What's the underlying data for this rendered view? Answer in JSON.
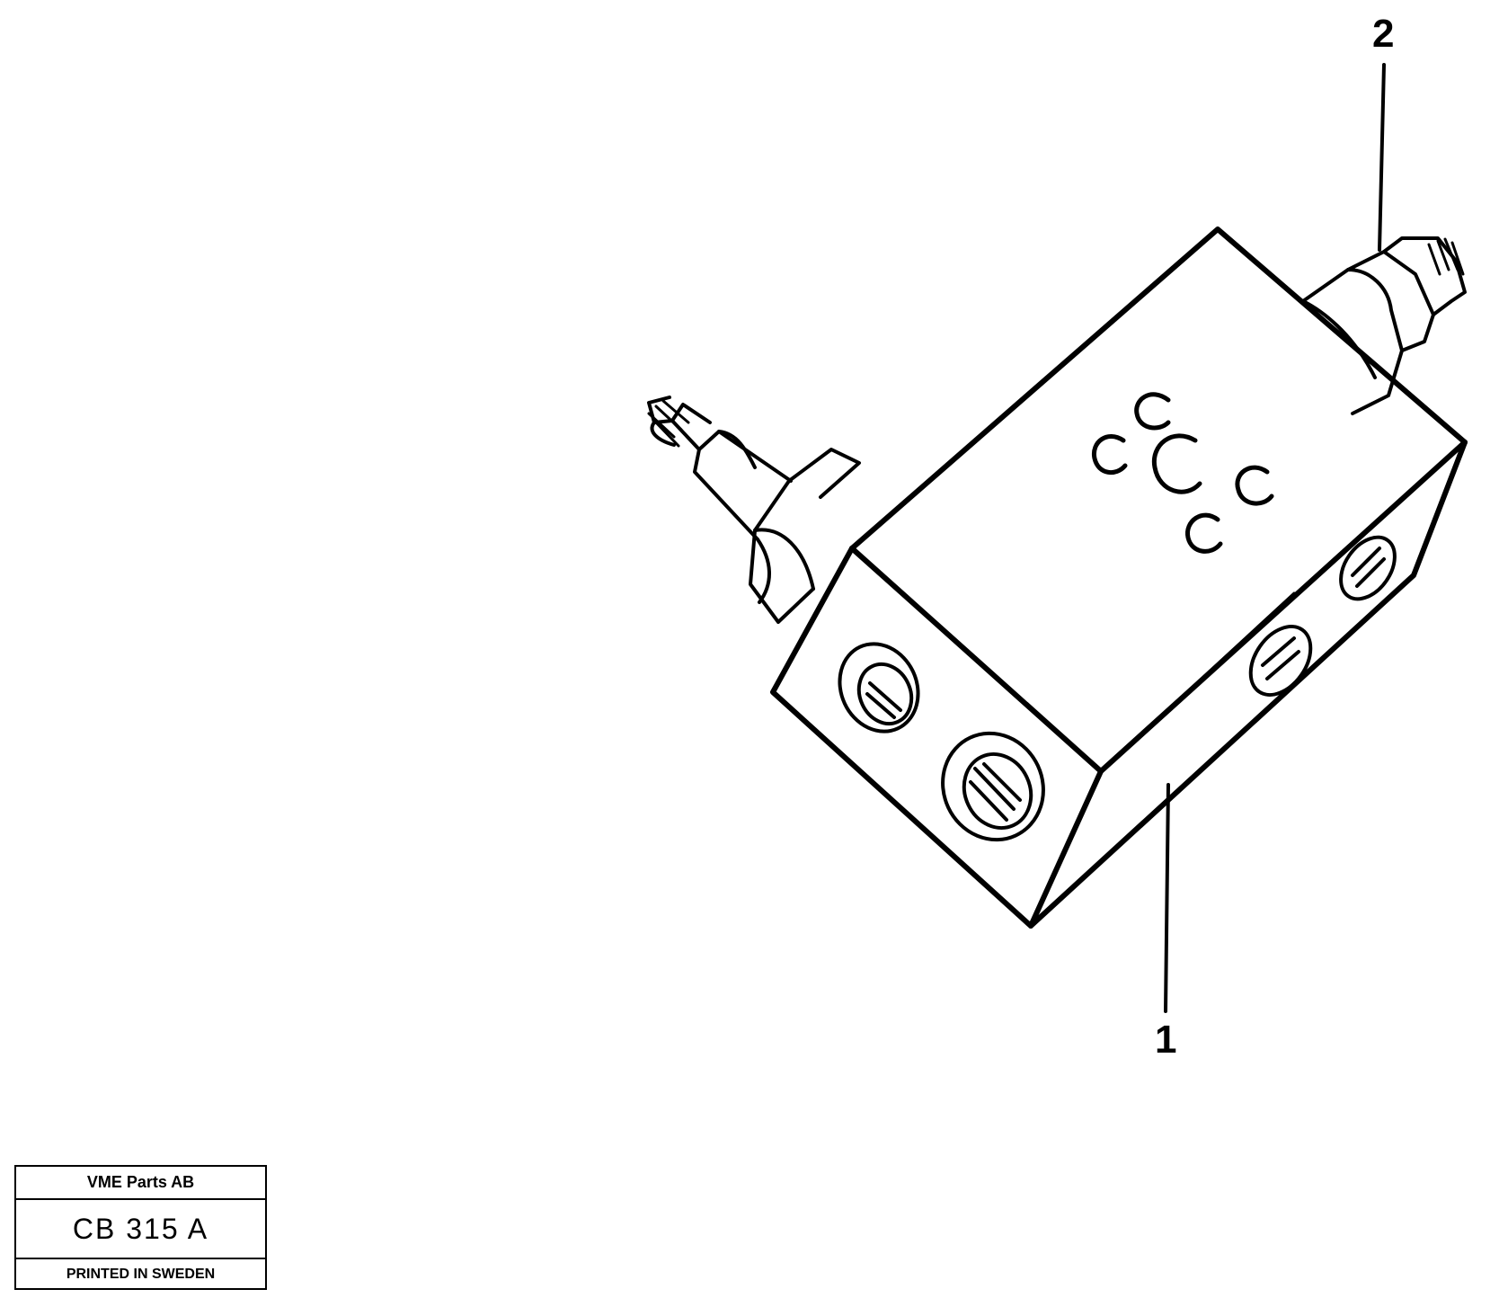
{
  "callouts": {
    "item_1": "1",
    "item_2": "2"
  },
  "stamp": {
    "company": "VME Parts AB",
    "drawing_code": "CB 315 A",
    "printed": "PRINTED IN SWEDEN"
  }
}
